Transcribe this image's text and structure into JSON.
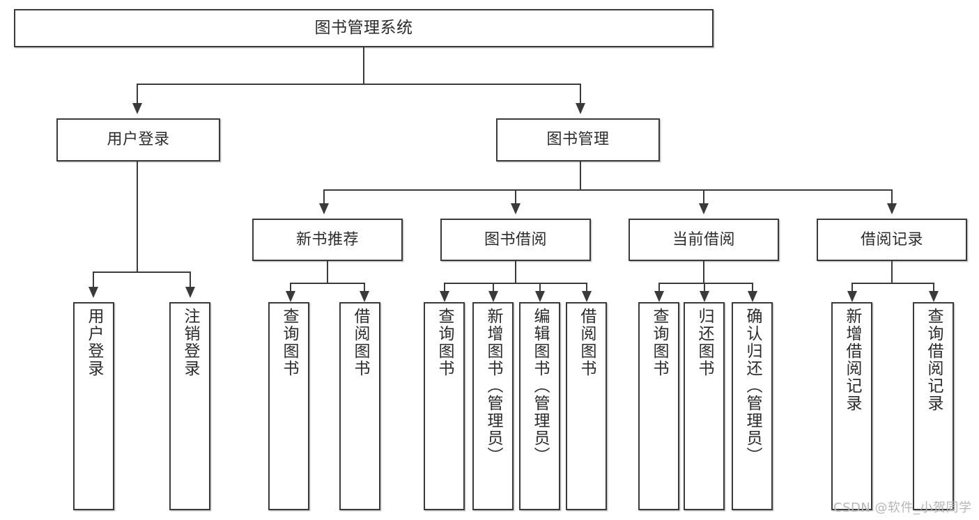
{
  "diagram": {
    "title": "图书管理系统",
    "type": "tree-hierarchy-chart",
    "watermark": "CSDN @软件_小贺同学",
    "root": {
      "label": "图书管理系统"
    },
    "level2": [
      {
        "label": "用户登录"
      },
      {
        "label": "图书管理"
      }
    ],
    "level3": [
      {
        "label": "新书推荐"
      },
      {
        "label": "图书借阅"
      },
      {
        "label": "当前借阅"
      },
      {
        "label": "借阅记录"
      }
    ],
    "leaves": {
      "user_login": [
        {
          "label": "用户登录"
        },
        {
          "label": "注销登录"
        }
      ],
      "new_book_recommend": [
        {
          "label": "查询图书"
        },
        {
          "label": "借阅图书"
        }
      ],
      "book_borrow": [
        {
          "label": "查询图书"
        },
        {
          "label": "新增图书（管理员）"
        },
        {
          "label": "编辑图书（管理员）"
        },
        {
          "label": "借阅图书"
        }
      ],
      "current_borrow": [
        {
          "label": "查询图书"
        },
        {
          "label": "归还图书"
        },
        {
          "label": "确认归还（管理员）"
        }
      ],
      "borrow_record": [
        {
          "label": "新增借阅记录"
        },
        {
          "label": "查询借阅记录"
        }
      ]
    },
    "colors": {
      "stroke": "#3a3a3a",
      "fill": "#ffffff",
      "text": "#2b2b2b",
      "watermark": "#b6b6b6"
    }
  }
}
